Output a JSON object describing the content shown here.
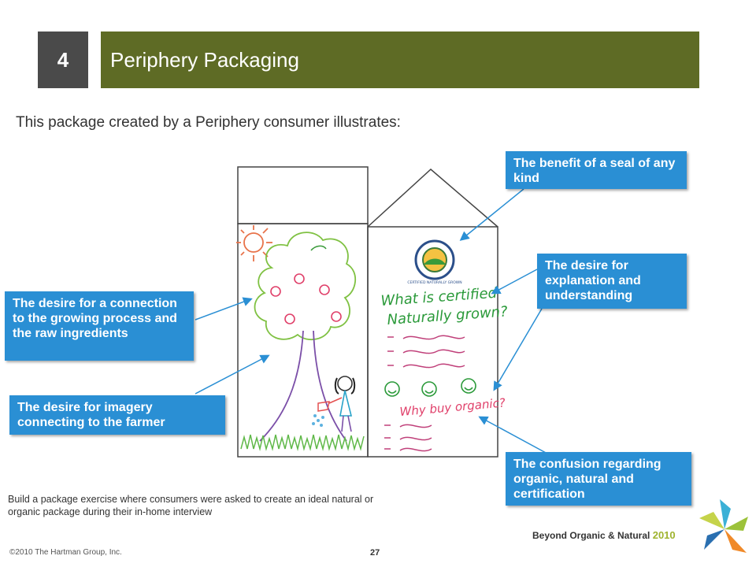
{
  "slide": {
    "number": "4",
    "title": "Periphery Packaging",
    "subtitle": "This package created by a Periphery consumer illustrates:"
  },
  "callouts": [
    {
      "id": "seal",
      "text": "The benefit of a seal of any kind"
    },
    {
      "id": "explanation",
      "text": "The desire for explanation and understanding"
    },
    {
      "id": "connection",
      "text": "The desire for a connection to the growing process and the raw ingredients"
    },
    {
      "id": "imagery",
      "text": "The desire for imagery connecting to the farmer"
    },
    {
      "id": "confusion",
      "text": "The confusion regarding organic, natural and certification"
    }
  ],
  "drawing": {
    "seal_text": "CERTIFIED NATURALLY GROWN",
    "question_line1": "What is certified",
    "question_line2": "Naturally grown?",
    "why_text": "Why buy organic?"
  },
  "caption": "Build a package exercise where consumers were asked to create an ideal natural or organic package during their in-home interview",
  "footer": {
    "copyright": "©2010 The Hartman Group, Inc.",
    "page": "27",
    "brand": "Beyond Organic & Natural",
    "brand_year": "2010"
  },
  "colors": {
    "title_bar": "#5e6b25",
    "number_box": "#4a4a4a",
    "callout": "#2a8fd4"
  }
}
